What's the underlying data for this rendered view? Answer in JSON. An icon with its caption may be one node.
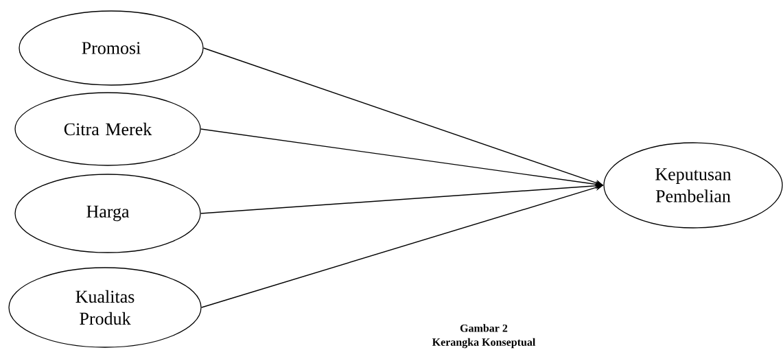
{
  "diagram": {
    "nodes": [
      {
        "text": [
          "Promosi"
        ]
      },
      {
        "text": [
          "Citra Merek"
        ]
      },
      {
        "text": [
          "Harga"
        ]
      },
      {
        "text": [
          "Kualitas Produk"
        ]
      },
      {
        "text": [
          "Keputusan Pembelian"
        ]
      }
    ],
    "edges": [
      {
        "from": 0,
        "to": 4,
        "arrow": "to"
      },
      {
        "from": 1,
        "to": 4,
        "arrow": "to"
      },
      {
        "from": 2,
        "to": 4,
        "arrow": "to"
      },
      {
        "from": 3,
        "to": 4,
        "arrow": "to"
      }
    ],
    "labels": [
      "Gambar 2",
      "Kerangka Konseptual"
    ]
  }
}
